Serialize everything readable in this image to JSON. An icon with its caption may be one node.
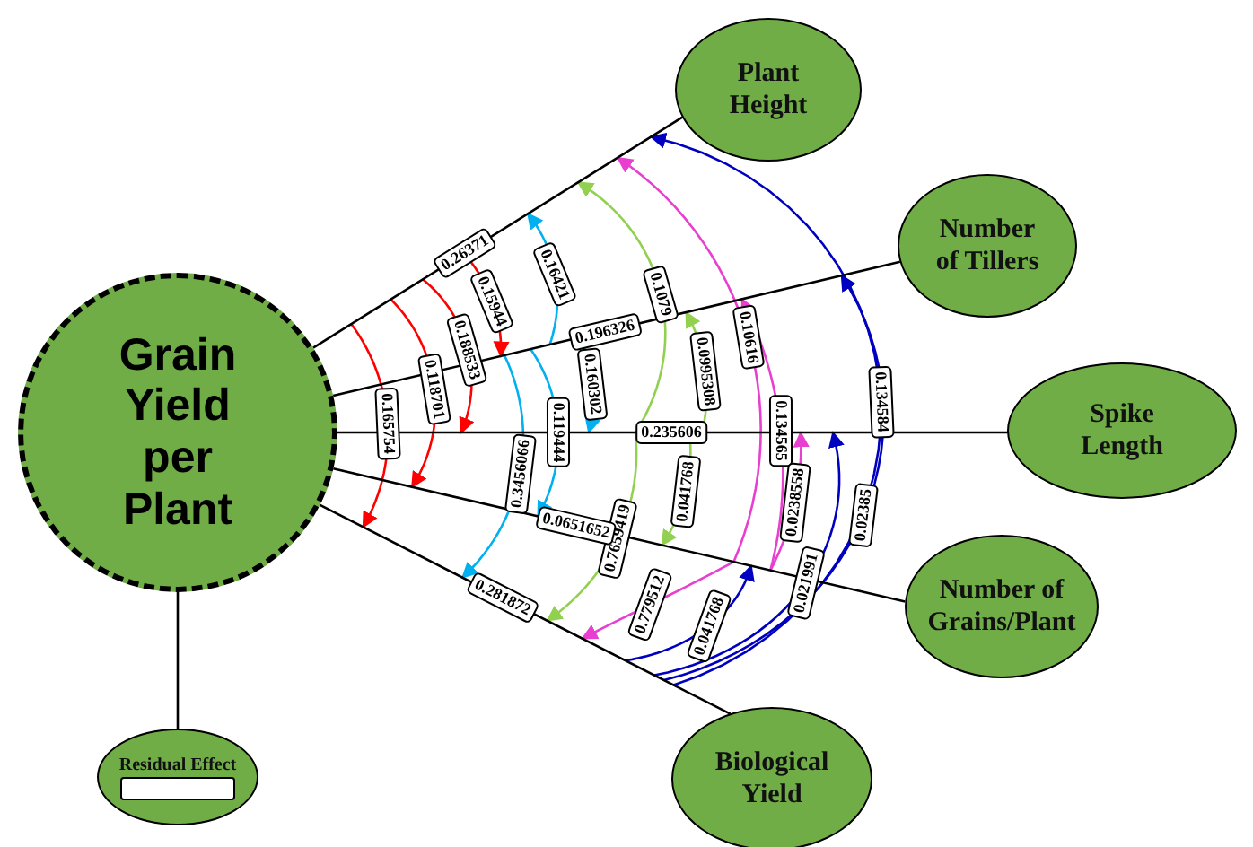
{
  "diagram": {
    "nodes": [
      {
        "text": [
          "Grain Yield per Plant"
        ]
      },
      {
        "text": [
          "Plant Height"
        ]
      },
      {
        "text": [
          "Number of Tillers"
        ]
      },
      {
        "text": [
          "Spike Length"
        ]
      },
      {
        "text": [
          "Number of Grains/Plant"
        ]
      },
      {
        "text": [
          "Biological Yield"
        ]
      },
      {
        "text": [
          "Residual Effect"
        ]
      }
    ],
    "edges": [
      {
        "from": 0,
        "to": 1,
        "arrow": "none",
        "label": "0.26371"
      },
      {
        "from": 0,
        "to": 2,
        "arrow": "none",
        "label": "0.196326"
      },
      {
        "from": 0,
        "to": 3,
        "arrow": "none",
        "label": "0.235606"
      },
      {
        "from": 0,
        "to": 4,
        "arrow": "none",
        "label": "0.0651652"
      },
      {
        "from": 0,
        "to": 5,
        "arrow": "none",
        "label": "0.281872"
      },
      {
        "from": 0,
        "to": 6,
        "arrow": "none"
      }
    ],
    "labels": [
      "0.15944",
      "0.188533",
      "0.118701",
      "0.165754",
      "0.16421",
      "0.160302",
      "0.119444",
      "0.3456066",
      "0.1079",
      "0.0995308",
      "0.041768",
      "0.7659419",
      "0.10616",
      "0.134565",
      "0.0238558",
      "0.779512",
      "0.134584",
      "0.02385",
      "0.021991",
      "0.041768"
    ]
  }
}
